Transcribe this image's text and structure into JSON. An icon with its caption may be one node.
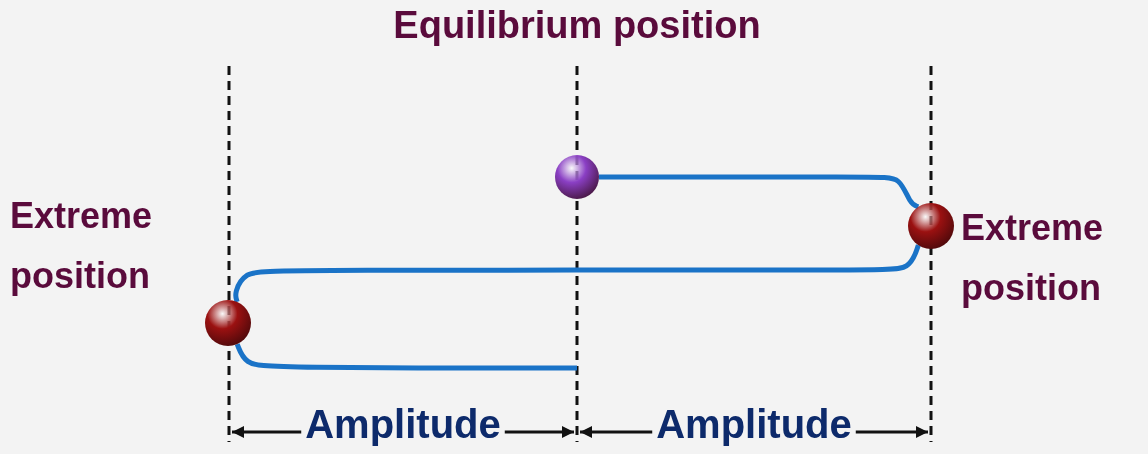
{
  "diagram": {
    "title": "Equilibrium position",
    "nodes": [
      {
        "text": [],
        "shape": "circle",
        "beside": [
          "Extreme position"
        ]
      },
      {
        "text": [],
        "shape": "circle"
      },
      {
        "text": [],
        "shape": "circle",
        "beside": [
          "Extreme position"
        ]
      }
    ],
    "edges": [
      {
        "from": 1,
        "to": 2,
        "arrow": "none"
      },
      {
        "from": 2,
        "to": 0,
        "arrow": "none"
      },
      {
        "from": 0,
        "to": null,
        "arrow": "none"
      }
    ],
    "labels": [
      "Amplitude",
      "Amplitude"
    ]
  }
}
